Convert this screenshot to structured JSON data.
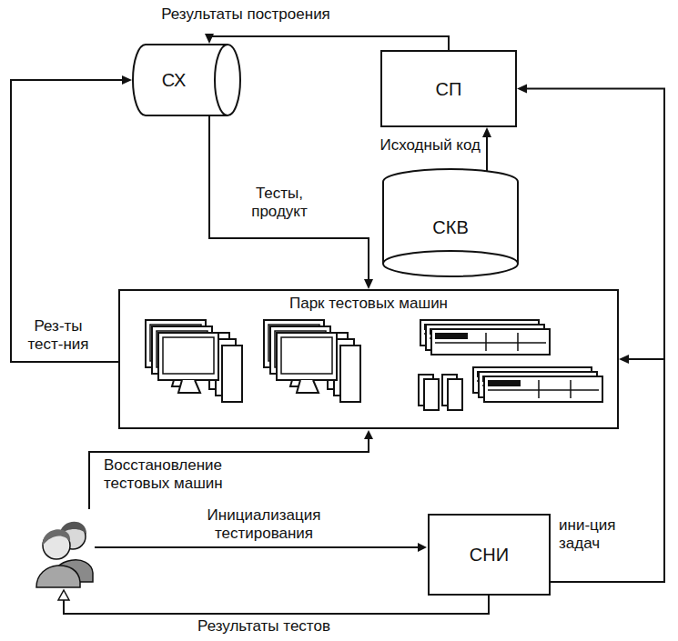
{
  "diagram": {
    "nodes": [
      {
        "text": [
          "СХ"
        ]
      },
      {
        "text": [
          "СП"
        ]
      },
      {
        "text": [
          "СКВ"
        ]
      },
      {
        "text": [
          "Парк тестовых машин"
        ]
      },
      {
        "text": [
          "СНИ"
        ]
      }
    ],
    "edges": [
      {
        "from": 1,
        "to": 0,
        "label": "Результаты построения",
        "arrow": "to"
      },
      {
        "from": 2,
        "to": 1,
        "label": "Исходный код",
        "arrow": "to"
      },
      {
        "from": 0,
        "to": 3,
        "label": "Тесты, продукт",
        "arrow": "to"
      },
      {
        "from": 3,
        "to": 0,
        "label": "Рез-ты тест-ния",
        "arrow": "to"
      },
      {
        "from": 4,
        "to": 1,
        "label": "ини-ция задач",
        "arrow": "to"
      },
      {
        "from": 4,
        "to": 3,
        "arrow": "to"
      }
    ],
    "labels": [
      "Восстановление тестовых машин",
      "Инициализация тестирования",
      "Результаты тестов"
    ]
  }
}
